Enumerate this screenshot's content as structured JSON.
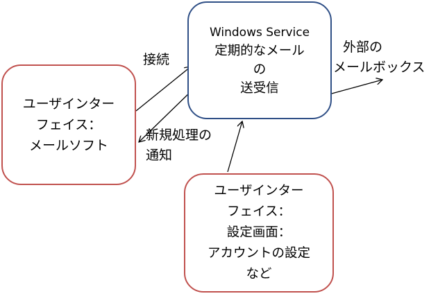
{
  "colors": {
    "client_box_border": "#c0504d",
    "service_box_border": "#2f4f86",
    "arrow": "#000000"
  },
  "nodes": {
    "mail_client": {
      "lines": [
        "ユーザインター",
        "フェイス：",
        "メールソフト"
      ]
    },
    "windows_service": {
      "title": "Windows Service",
      "lines": [
        "定期的なメール",
        "の",
        "送受信"
      ]
    },
    "settings_ui": {
      "lines": [
        "ユーザインター",
        "フェイス：",
        "設定画面：",
        "アカウントの設定",
        "など"
      ]
    }
  },
  "edges": {
    "connect": {
      "label": "接続"
    },
    "notify": {
      "label_lines": [
        "新規処理の",
        "通知"
      ]
    },
    "mailbox": {
      "label_lines": [
        "外部の",
        "メールボックス"
      ]
    }
  }
}
